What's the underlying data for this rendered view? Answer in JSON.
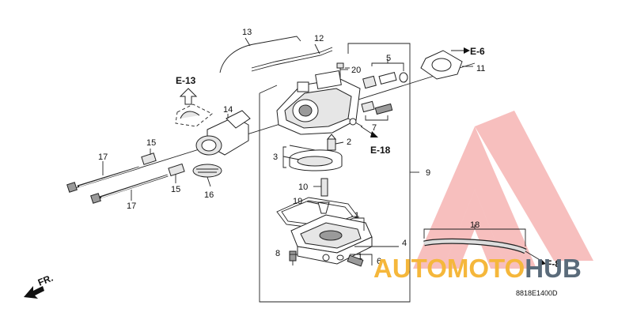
{
  "diagram": {
    "code": "8818E1400D",
    "front_label": "FR.",
    "callouts": {
      "c1a": "1",
      "c1b": "1",
      "c2": "2",
      "c3": "3",
      "c4": "4",
      "c5": "5",
      "c6": "6",
      "c7": "7",
      "c8": "8",
      "c9": "9",
      "c10": "10",
      "c11": "11",
      "c12": "12",
      "c13": "13",
      "c14": "14",
      "c15a": "15",
      "c15b": "15",
      "c16": "16",
      "c17a": "17",
      "c17b": "17",
      "c18": "18",
      "c19": "19",
      "c20": "20"
    },
    "refs": {
      "e6": "E-6",
      "e13": "E-13",
      "e18": "E-18",
      "f8": "F-8"
    }
  },
  "watermark": {
    "part1": "AUTOMOTO",
    "part2": "HUB",
    "color1": "#f5b73b",
    "color2": "#5a6b7a",
    "logo_color": "#e53935"
  }
}
